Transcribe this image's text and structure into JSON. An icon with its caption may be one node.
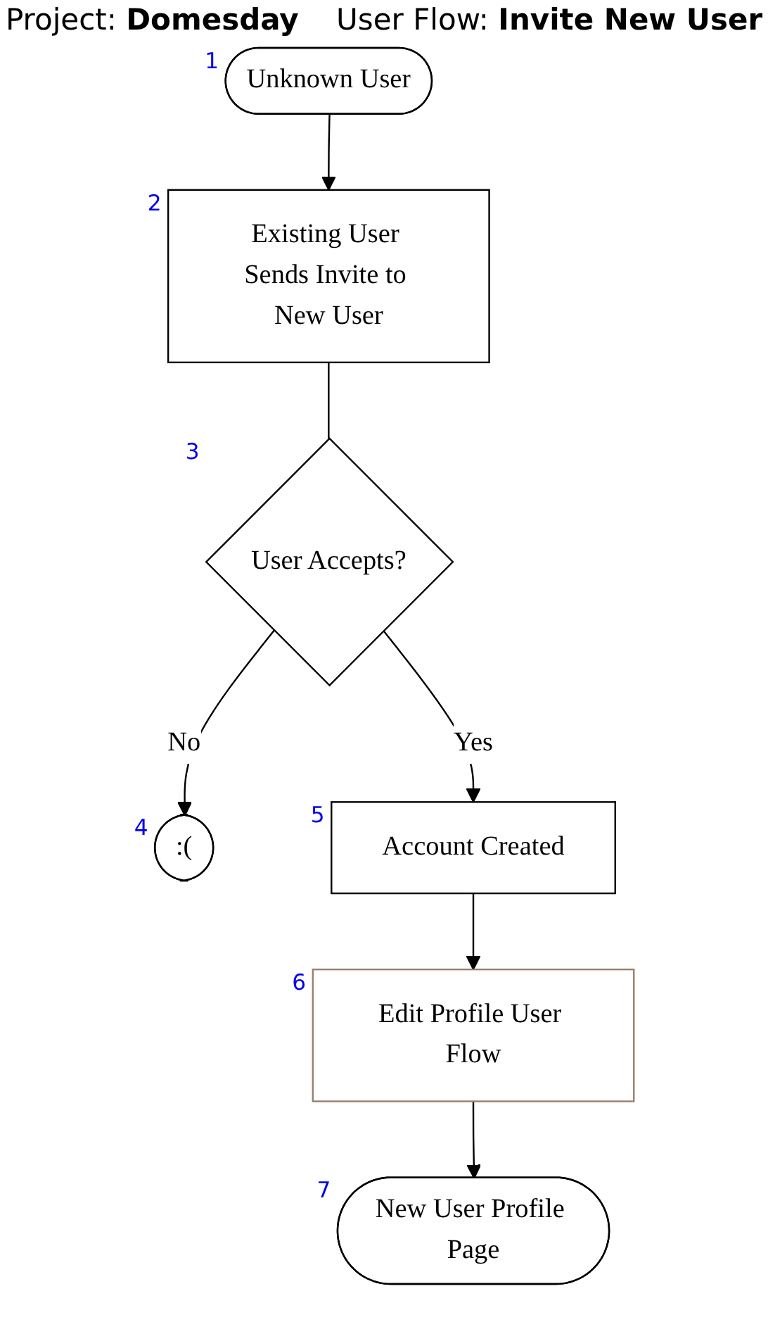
{
  "diagram": {
    "title": "Project: **Domesday** User Flow: **Invite New User**",
    "nodes": [
      {
        "text": [
          "Unknown User"
        ],
        "beside": [
          "1"
        ]
      },
      {
        "text": [
          "Existing User Sends Invite to New User"
        ],
        "beside": [
          "2"
        ]
      },
      {
        "text": [
          "User Accepts?"
        ],
        "beside": [
          "3"
        ]
      },
      {
        "text": [
          ":("
        ],
        "beside": [
          "4"
        ]
      },
      {
        "text": [
          "Account Created"
        ],
        "beside": [
          "5"
        ]
      },
      {
        "text": [
          "Edit Profile User Flow"
        ],
        "beside": [
          "6"
        ]
      },
      {
        "text": [
          "New User Profile Page"
        ],
        "beside": [
          "7"
        ]
      }
    ],
    "edges": [
      {
        "from": 0,
        "to": 1,
        "arrow": "to"
      },
      {
        "from": 1,
        "to": 2,
        "arrow": "none"
      },
      {
        "from": 2,
        "to": 3,
        "arrow": "to",
        "label": "No"
      },
      {
        "from": 2,
        "to": 4,
        "arrow": "to",
        "label": "Yes"
      },
      {
        "from": 4,
        "to": 5,
        "arrow": "to"
      },
      {
        "from": 5,
        "to": 6,
        "arrow": "to"
      }
    ]
  }
}
